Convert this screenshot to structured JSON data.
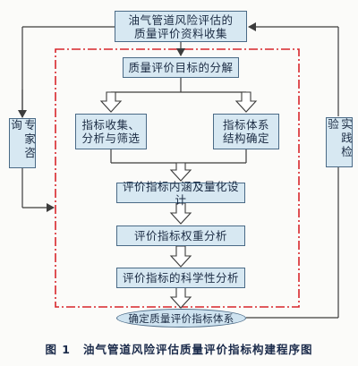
{
  "diagram": {
    "top_box": [
      "油气管道风险评估的",
      "质量评价资料收集"
    ],
    "decompose_box": "质量评价目标的分解",
    "left_branch": [
      "指标收集、",
      "分析与筛选"
    ],
    "right_branch": [
      "指标体系",
      "结构确定"
    ],
    "step_design": "评价指标内涵及量化设计",
    "step_weight": "评价指标权重分析",
    "step_science": "评价指标的科学性分析",
    "final_ellipse": "确定质量评价指标体系",
    "left_side": "专家咨询",
    "right_side": "实践检验"
  },
  "caption": {
    "figure_number": "图 1",
    "title": "油气管道风险评估质量评价指标构建程序图"
  },
  "colors": {
    "box_fill": "#d7e8f2",
    "box_border": "#4a6a86",
    "dashdot_frame": "#d8262b"
  }
}
